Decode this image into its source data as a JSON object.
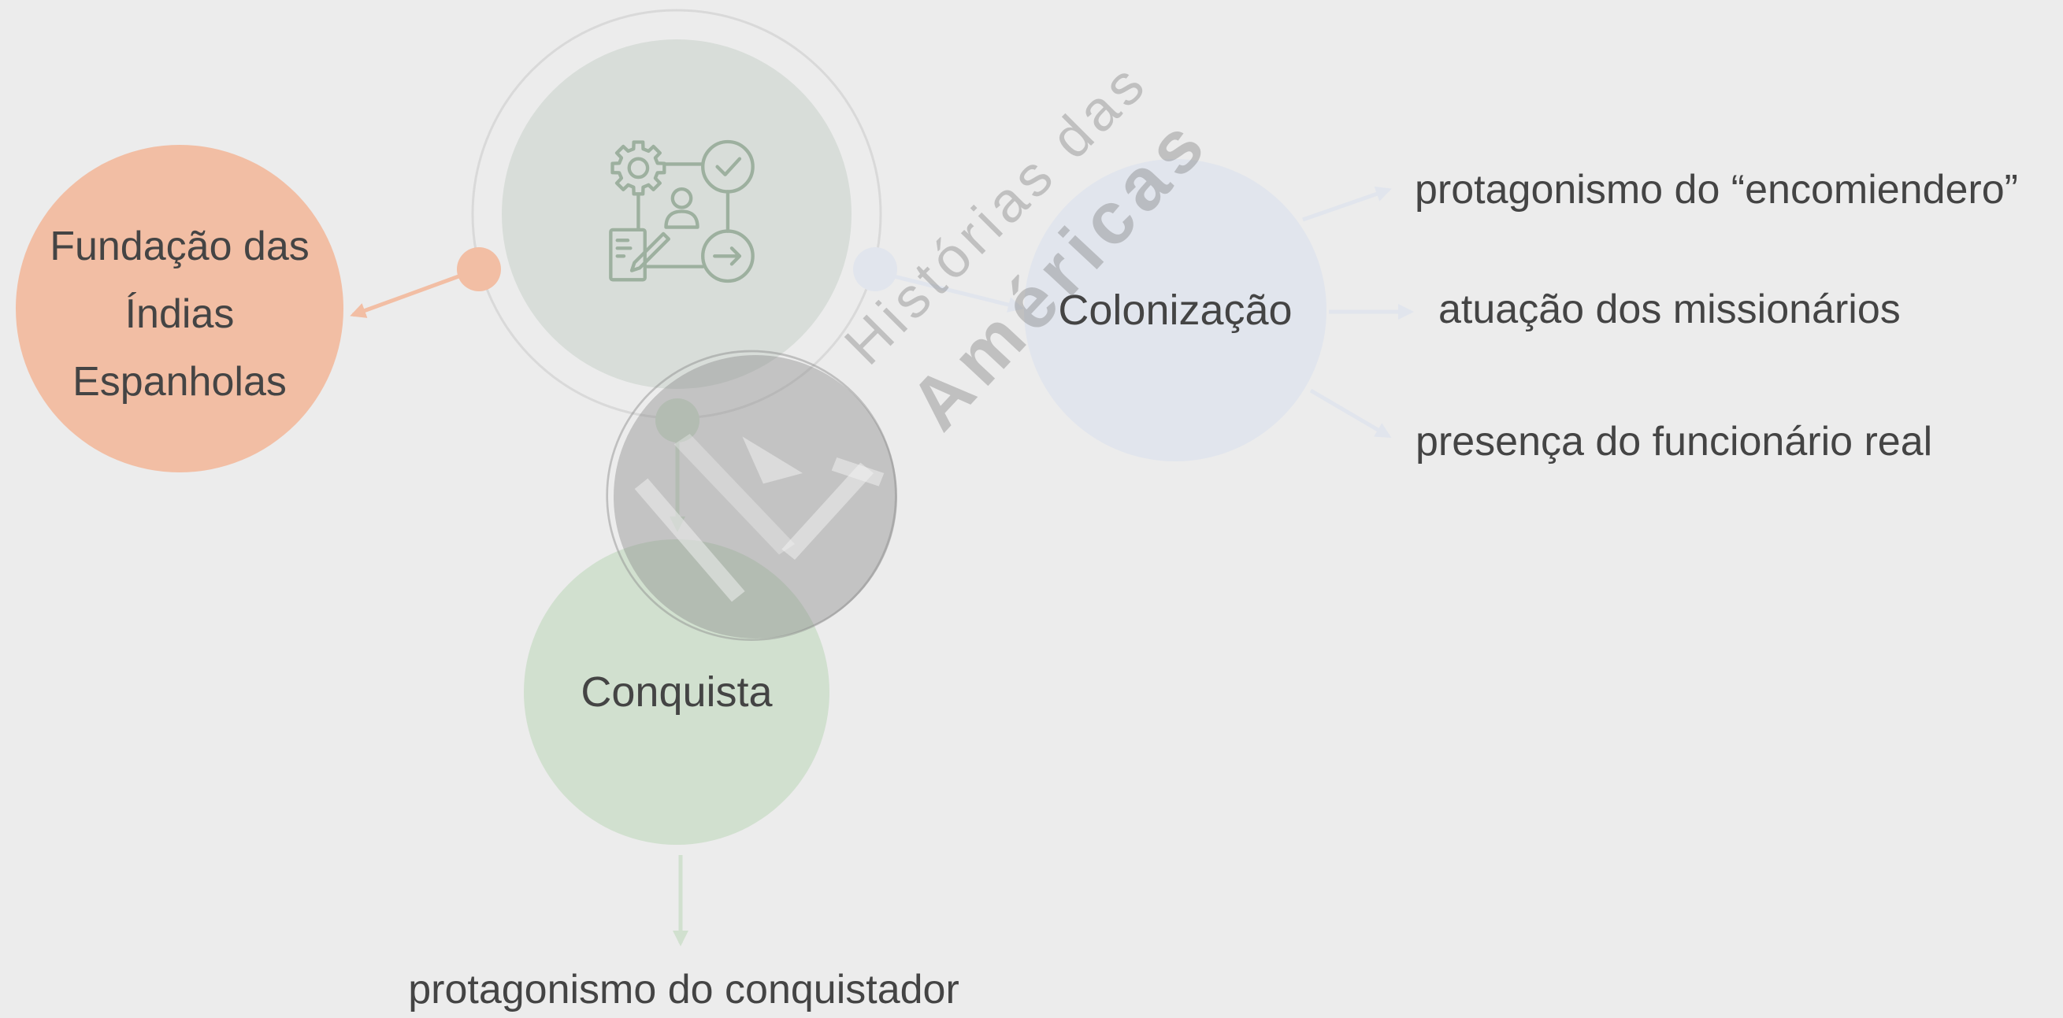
{
  "diagram": {
    "center": {
      "icon": "workflow-icon",
      "icon_parts": [
        "gear-icon",
        "check-circle-icon",
        "person-icon",
        "document-edit-icon",
        "arrow-right-circle-icon"
      ]
    },
    "fundacao": {
      "label_lines": [
        "Fundação das",
        "Índias",
        "Espanholas"
      ],
      "color": "#f2bea4"
    },
    "colonizacao": {
      "label": "Colonização",
      "color": "#e1e5ed",
      "children": [
        "protagonismo do “encomiendero”",
        "atuação dos missionários",
        "presença do funcionário real"
      ]
    },
    "conquista": {
      "label": "Conquista",
      "color": "#d1e0cf",
      "children": [
        "protagonismo do conquistador"
      ]
    }
  },
  "watermark": {
    "line1": "Histórias das",
    "line2": "Américas",
    "logo": "historias-das-americas-logo-icon"
  },
  "colors": {
    "background": "#ececec",
    "text": "#444444",
    "center_circle": "#d8ddd9",
    "center_ring": "#d9d9d9",
    "icon": "#9db09f"
  }
}
